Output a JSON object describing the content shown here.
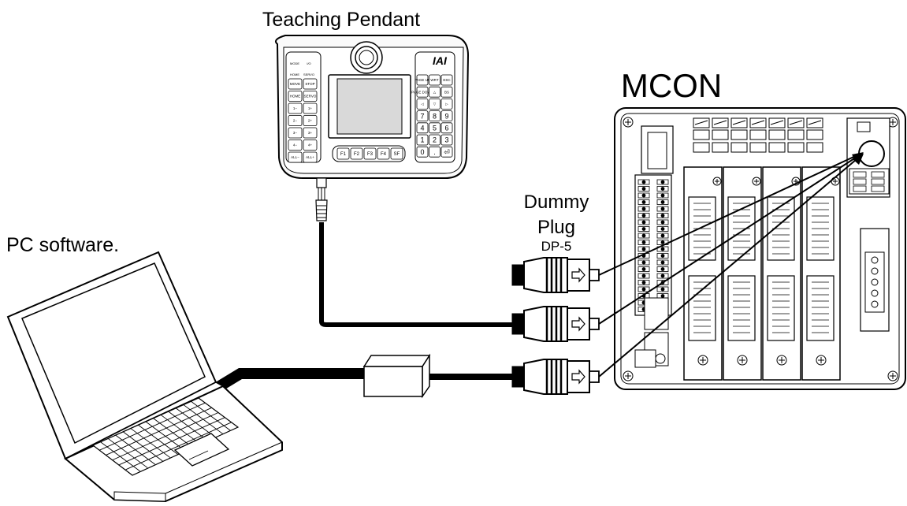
{
  "labels": {
    "teaching_pendant": "Teaching Pendant",
    "mcon": "MCON",
    "pc_software": "PC software.",
    "dummy": "Dummy",
    "plug": "Plug",
    "dp5": "DP-5"
  },
  "pendant": {
    "brand": "IAI",
    "top_keys": [
      "MODE",
      "I/O",
      "HOME",
      "SERVO"
    ],
    "left_keys": [
      "MOVE",
      "STOP",
      "HOME",
      "SERVO",
      "1−",
      "1+",
      "2−",
      "2+",
      "3−",
      "3+",
      "4−",
      "4+",
      "ALL−",
      "ALL+"
    ],
    "right_keys": [
      "PAGE UP",
      "WRT",
      "ESC",
      "PAGE DOWN",
      "△",
      "BS",
      "◁",
      "▽",
      "▷",
      "7",
      "8",
      "9",
      "4",
      "5",
      "6",
      "1",
      "2",
      "3",
      "0",
      ".",
      "⏎"
    ],
    "function_keys": [
      "F1",
      "F2",
      "F3",
      "F4",
      "SF"
    ]
  }
}
